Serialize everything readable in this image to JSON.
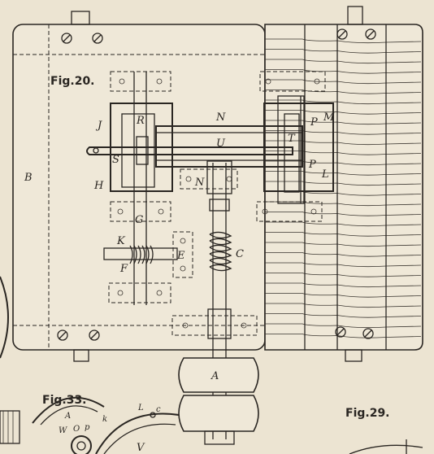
{
  "figures": {
    "fig20": "Fig.20.",
    "fig33": "Fig.33.",
    "fig29": "Fig.29."
  },
  "labels": {
    "B": "B",
    "J": "J",
    "R": "R",
    "N_top": "N",
    "U": "U",
    "S": "S",
    "H": "H",
    "N_mid": "N",
    "G": "G",
    "K": "K",
    "F": "F",
    "E": "E",
    "C": "C",
    "A": "A",
    "T": "T",
    "P_top": "P",
    "M": "M",
    "P_bot": "P",
    "L": "L"
  },
  "fig33_labels": {
    "A": "A",
    "W": "W",
    "O": "O",
    "p": "p",
    "k": "k",
    "L": "L",
    "c": "c",
    "V": "V"
  },
  "colors": {
    "paper": "#ece4d2",
    "ink": "#2a2622"
  }
}
